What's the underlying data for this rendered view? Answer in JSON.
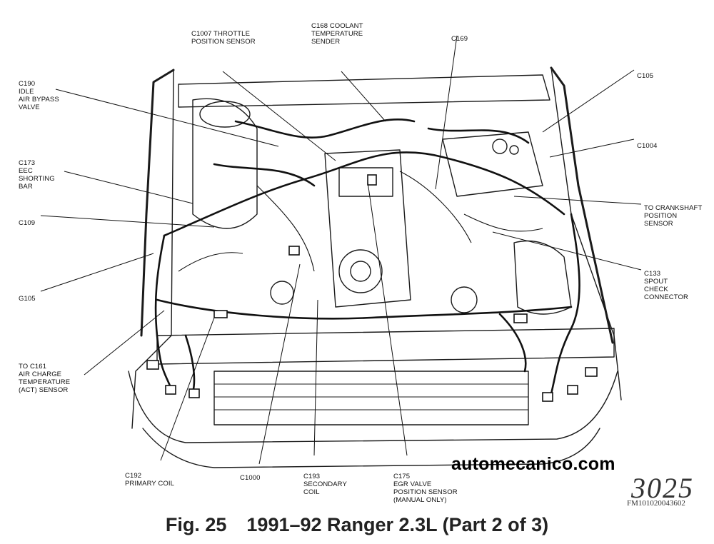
{
  "labels": {
    "c1007": [
      "C1007 THROTTLE",
      "POSITION SENSOR"
    ],
    "c168": [
      "C168 COOLANT",
      "TEMPERATURE",
      "SENDER"
    ],
    "c169": [
      "C169"
    ],
    "c105": [
      "C105"
    ],
    "c190": [
      "C190",
      "IDLE",
      "AIR BYPASS",
      "VALVE"
    ],
    "c1004": [
      "C1004"
    ],
    "c173": [
      "C173",
      "EEC",
      "SHORTING",
      "BAR"
    ],
    "crank": [
      "TO CRANKSHAFT",
      "POSITION",
      "SENSOR"
    ],
    "c109": [
      "C109"
    ],
    "c133": [
      "C133",
      "SPOUT",
      "CHECK",
      "CONNECTOR"
    ],
    "g105": [
      "G105"
    ],
    "c161": [
      "TO C161",
      "AIR CHARGE",
      "TEMPERATURE",
      "(ACT) SENSOR"
    ],
    "c192": [
      "C192",
      "PRIMARY COIL"
    ],
    "c1000": [
      "C1000"
    ],
    "c193": [
      "C193",
      "SECONDARY",
      "COIL"
    ],
    "c175": [
      "C175",
      "EGR VALVE",
      "POSITION SENSOR",
      "(MANUAL ONLY)"
    ]
  },
  "watermark": "automecanico.com",
  "stamp_number": "3025",
  "image_code": "FM101020043602",
  "caption": {
    "fig": "Fig. 25",
    "title": "1991–92 Ranger 2.3L (Part 2 of 3)"
  },
  "colors": {
    "ink": "#111111",
    "background": "#ffffff"
  }
}
